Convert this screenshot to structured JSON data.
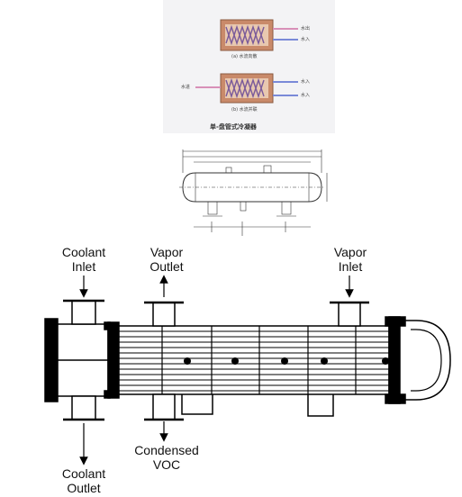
{
  "coil_figure": {
    "top_right_labels": [
      "水出",
      "水入"
    ],
    "top_caption": "(a) 水流向散",
    "bottom_left_label": "水进",
    "bottom_right_labels": [
      "水入",
      "水入"
    ],
    "bottom_caption": "(b) 水流并联",
    "figure_title": "单-盘管式冷凝器"
  },
  "condenser_labels": {
    "coolant_inlet": [
      "Coolant",
      "Inlet"
    ],
    "vapor_outlet": [
      "Vapor",
      "Outlet"
    ],
    "vapor_inlet": [
      "Vapor",
      "Inlet"
    ],
    "condensed_voc": [
      "Condensed",
      "VOC"
    ],
    "coolant_outlet": [
      "Coolant",
      "Outlet"
    ]
  },
  "colors": {
    "coil_box": "#c98a6a",
    "coil_inner": "#e8c8b0",
    "coil_line": "#7a5a9a",
    "pipe_blue": "#7a8ad8",
    "pipe_pink": "#d890b8",
    "line": "#000000"
  }
}
